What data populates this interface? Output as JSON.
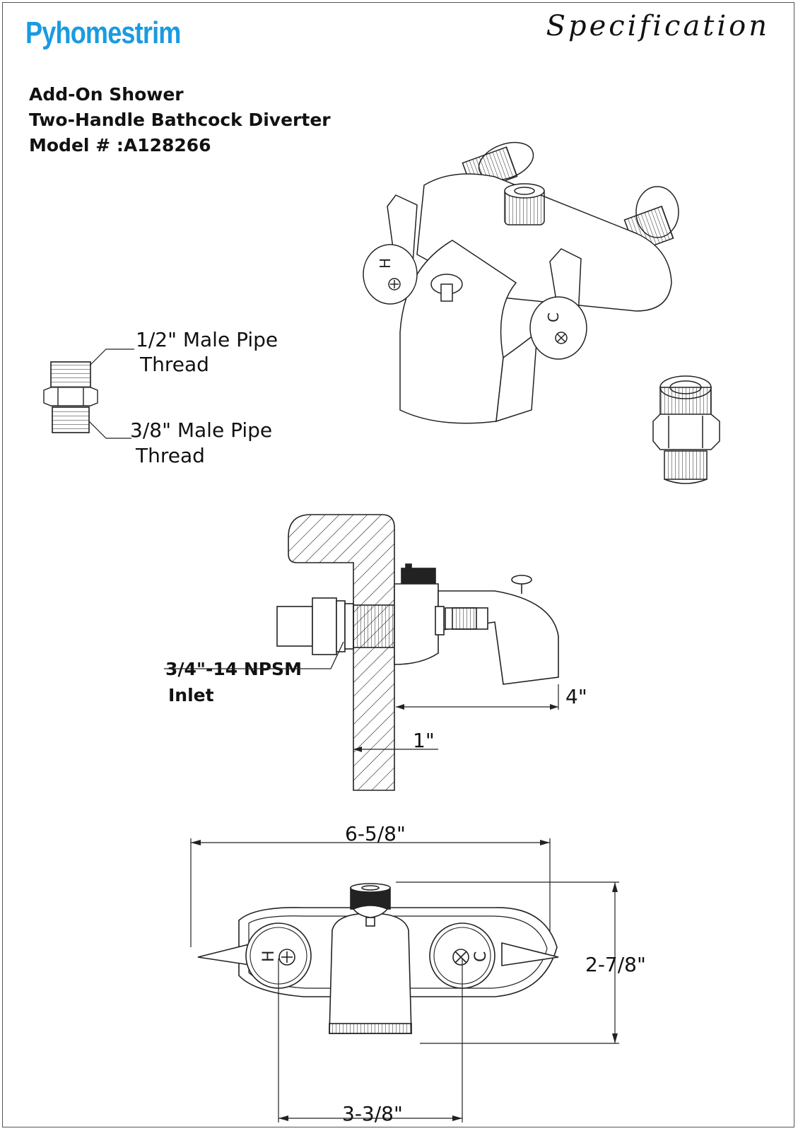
{
  "header": {
    "brand": "Pyhomestrim",
    "title": "Specification"
  },
  "product": {
    "line1": "Add-On Shower",
    "line2": "Two-Handle Bathcock Diverter",
    "model": "Model # :A128266"
  },
  "adapter_labels": {
    "top_line1": "1/2\" Male Pipe",
    "top_line2": "Thread",
    "bottom_line1": "3/8\" Male Pipe",
    "bottom_line2": "Thread"
  },
  "handle_marks": {
    "hot": "H",
    "cold": "C"
  },
  "side_view": {
    "inlet_line1": "3/4\"-14 NPSM",
    "inlet_line2": "Inlet",
    "spout_reach": "4\"",
    "wall_offset": "1\""
  },
  "front_view": {
    "overall_width": "6-5/8\"",
    "height": "2-7/8\"",
    "center_spacing": "3-3/8\""
  }
}
